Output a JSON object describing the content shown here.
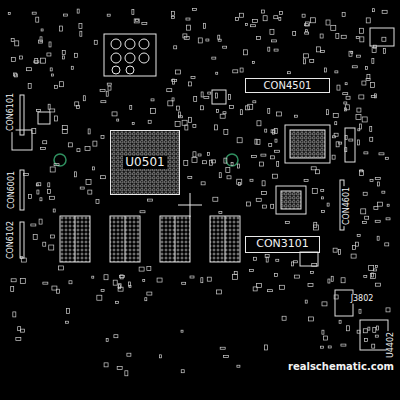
{
  "diagram": {
    "nodes": [
      {
        "text": [
          "U0501"
        ]
      },
      {
        "text": [
          "CON4501"
        ]
      },
      {
        "text": [
          "CON3101"
        ]
      }
    ],
    "edges": [],
    "labels": [
      "CON6101",
      "CON6001",
      "CON6102",
      "CON4601",
      "J3802",
      "U4402",
      "realschematic.com"
    ]
  }
}
